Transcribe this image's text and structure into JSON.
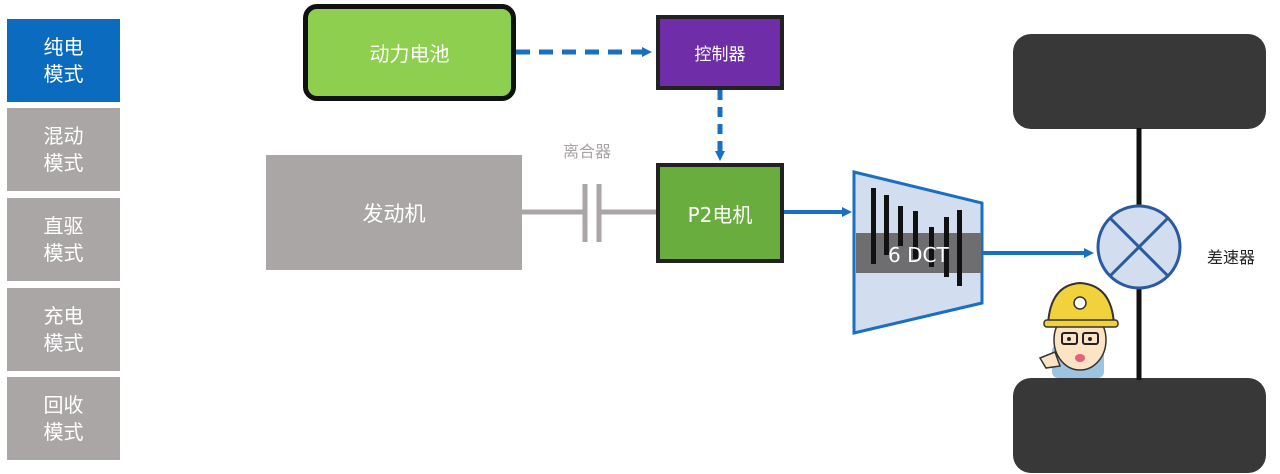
{
  "sidebar": {
    "items": [
      {
        "line1": "纯电",
        "line2": "模式",
        "active": true
      },
      {
        "line1": "混动",
        "line2": "模式",
        "active": false
      },
      {
        "line1": "直驱",
        "line2": "模式",
        "active": false
      },
      {
        "line1": "充电",
        "line2": "模式",
        "active": false
      },
      {
        "line1": "回收",
        "line2": "模式",
        "active": false
      }
    ]
  },
  "diagram": {
    "battery": "动力电池",
    "controller": "控制器",
    "engine": "发动机",
    "clutch": "离合器",
    "p2_motor": "P2电机",
    "transmission": "6 DCT",
    "differential": "差速器"
  },
  "colors": {
    "active_mode": "#0b6bbf",
    "inactive_mode": "#aaa6a6",
    "flow_arrow": "#1a6fc0",
    "battery": "#8fcf4f",
    "controller": "#6f2da8",
    "motor": "#6aad3f",
    "engine": "#aaa6a6"
  }
}
